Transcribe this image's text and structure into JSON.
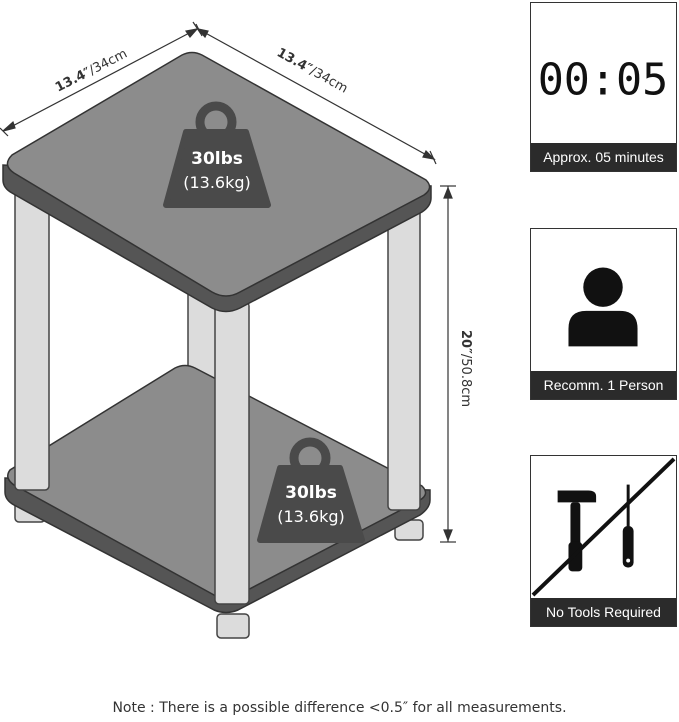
{
  "dimensions": {
    "width_left": {
      "inches": "13.4″",
      "cm": "/34cm"
    },
    "width_right": {
      "inches": "13.4″",
      "cm": "/34cm"
    },
    "height": {
      "inches": "20″",
      "cm": "/50.8cm"
    }
  },
  "weights": {
    "top_shelf": {
      "lbs": "30lbs",
      "kg": "(13.6kg)"
    },
    "bottom_shelf": {
      "lbs": "30lbs",
      "kg": "(13.6kg)"
    }
  },
  "cards": {
    "time": {
      "display": "00:05",
      "label": "Approx. 05 minutes"
    },
    "person": {
      "label": "Recomm. 1 Person",
      "icon": "person-icon"
    },
    "tools": {
      "label": "No Tools Required",
      "icons": [
        "hammer-icon",
        "screwdriver-icon"
      ]
    }
  },
  "note": "Note : There is a possible difference <0.5″ for all measurements.",
  "colors": {
    "shelf_fill": "#8c8c8c",
    "shelf_edge": "#555555",
    "leg_fill": "#dcdcdc",
    "weight_icon": "#4a4a4a",
    "label_bg": "#2b2b2b"
  }
}
